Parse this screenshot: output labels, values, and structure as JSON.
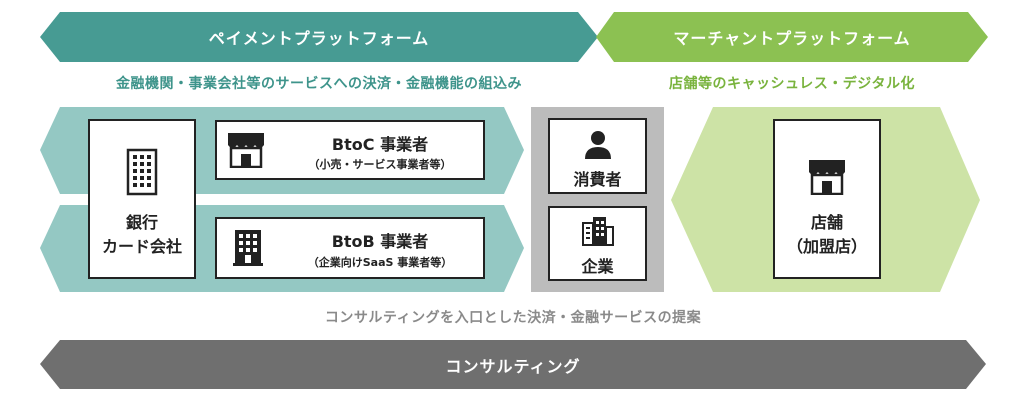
{
  "colors": {
    "teal_dark": "#479b93",
    "teal_light": "#94c8c3",
    "green_dark": "#8cc152",
    "green_light": "#cde3a6",
    "gray_dark": "#6f6f6f",
    "gray_mid": "#bcbcbc",
    "gray_text": "#8a8a8a",
    "teal_text": "#3e948b",
    "green_text": "#79b33d"
  },
  "payment_platform": {
    "title": "ペイメントプラットフォーム",
    "subtitle": "金融機関・事業会社等のサービスへの決済・金融機能の組込み"
  },
  "merchant_platform": {
    "title": "マーチャントプラットフォーム",
    "subtitle": "店舗等のキャッシュレス・デジタル化"
  },
  "bank": {
    "line1": "銀行",
    "line2": "カード会社",
    "icon": "building-icon"
  },
  "btoc": {
    "title": "BtoC 事業者",
    "note": "（小売・サービス事業者等）",
    "icon": "store-icon"
  },
  "btob": {
    "title": "BtoB 事業者",
    "note": "（企業向けSaaS 事業者等）",
    "icon": "office-building-icon"
  },
  "consumer": {
    "label": "消費者",
    "icon": "person-icon"
  },
  "company": {
    "label": "企業",
    "icon": "company-building-icon"
  },
  "store": {
    "line1": "店舗",
    "line2": "（加盟店）",
    "icon": "shop-icon"
  },
  "consulting": {
    "caption": "コンサルティングを入口とした決済・金融サービスの提案",
    "title": "コンサルティング"
  }
}
